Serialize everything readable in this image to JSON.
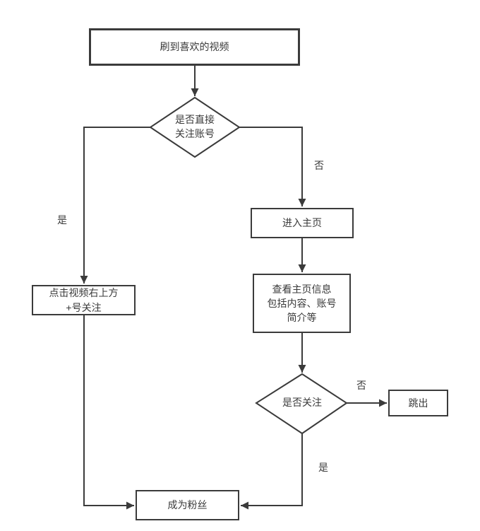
{
  "diagram": {
    "type": "flowchart",
    "background_color": "#ffffff",
    "stroke_color": "#3b3b3b",
    "text_color": "#3a3a3a",
    "nodes": [
      {
        "id": "start",
        "type": "rect",
        "label": "刷到喜欢的视频"
      },
      {
        "id": "decision-direct-follow",
        "type": "diamond",
        "label": "是否直接\n关注账号"
      },
      {
        "id": "enter-homepage",
        "type": "rect",
        "label": "进入主页"
      },
      {
        "id": "view-homepage-info",
        "type": "rect",
        "label": "查看主页信息\n包括内容、账号\n简介等"
      },
      {
        "id": "decision-follow",
        "type": "diamond",
        "label": "是否关注"
      },
      {
        "id": "exit",
        "type": "rect",
        "label": "跳出"
      },
      {
        "id": "click-plus-follow",
        "type": "rect",
        "label": "点击视频右上方\n+号关注"
      },
      {
        "id": "become-fan",
        "type": "rect",
        "label": "成为粉丝"
      }
    ],
    "edges": [
      {
        "from": "start",
        "to": "decision-direct-follow",
        "label": ""
      },
      {
        "from": "decision-direct-follow",
        "to": "enter-homepage",
        "label": "否"
      },
      {
        "from": "enter-homepage",
        "to": "view-homepage-info",
        "label": ""
      },
      {
        "from": "view-homepage-info",
        "to": "decision-follow",
        "label": ""
      },
      {
        "from": "decision-follow",
        "to": "exit",
        "label": "否"
      },
      {
        "from": "decision-follow",
        "to": "become-fan",
        "label": "是"
      },
      {
        "from": "decision-direct-follow",
        "to": "click-plus-follow",
        "label": "是"
      },
      {
        "from": "click-plus-follow",
        "to": "become-fan",
        "label": ""
      }
    ]
  }
}
